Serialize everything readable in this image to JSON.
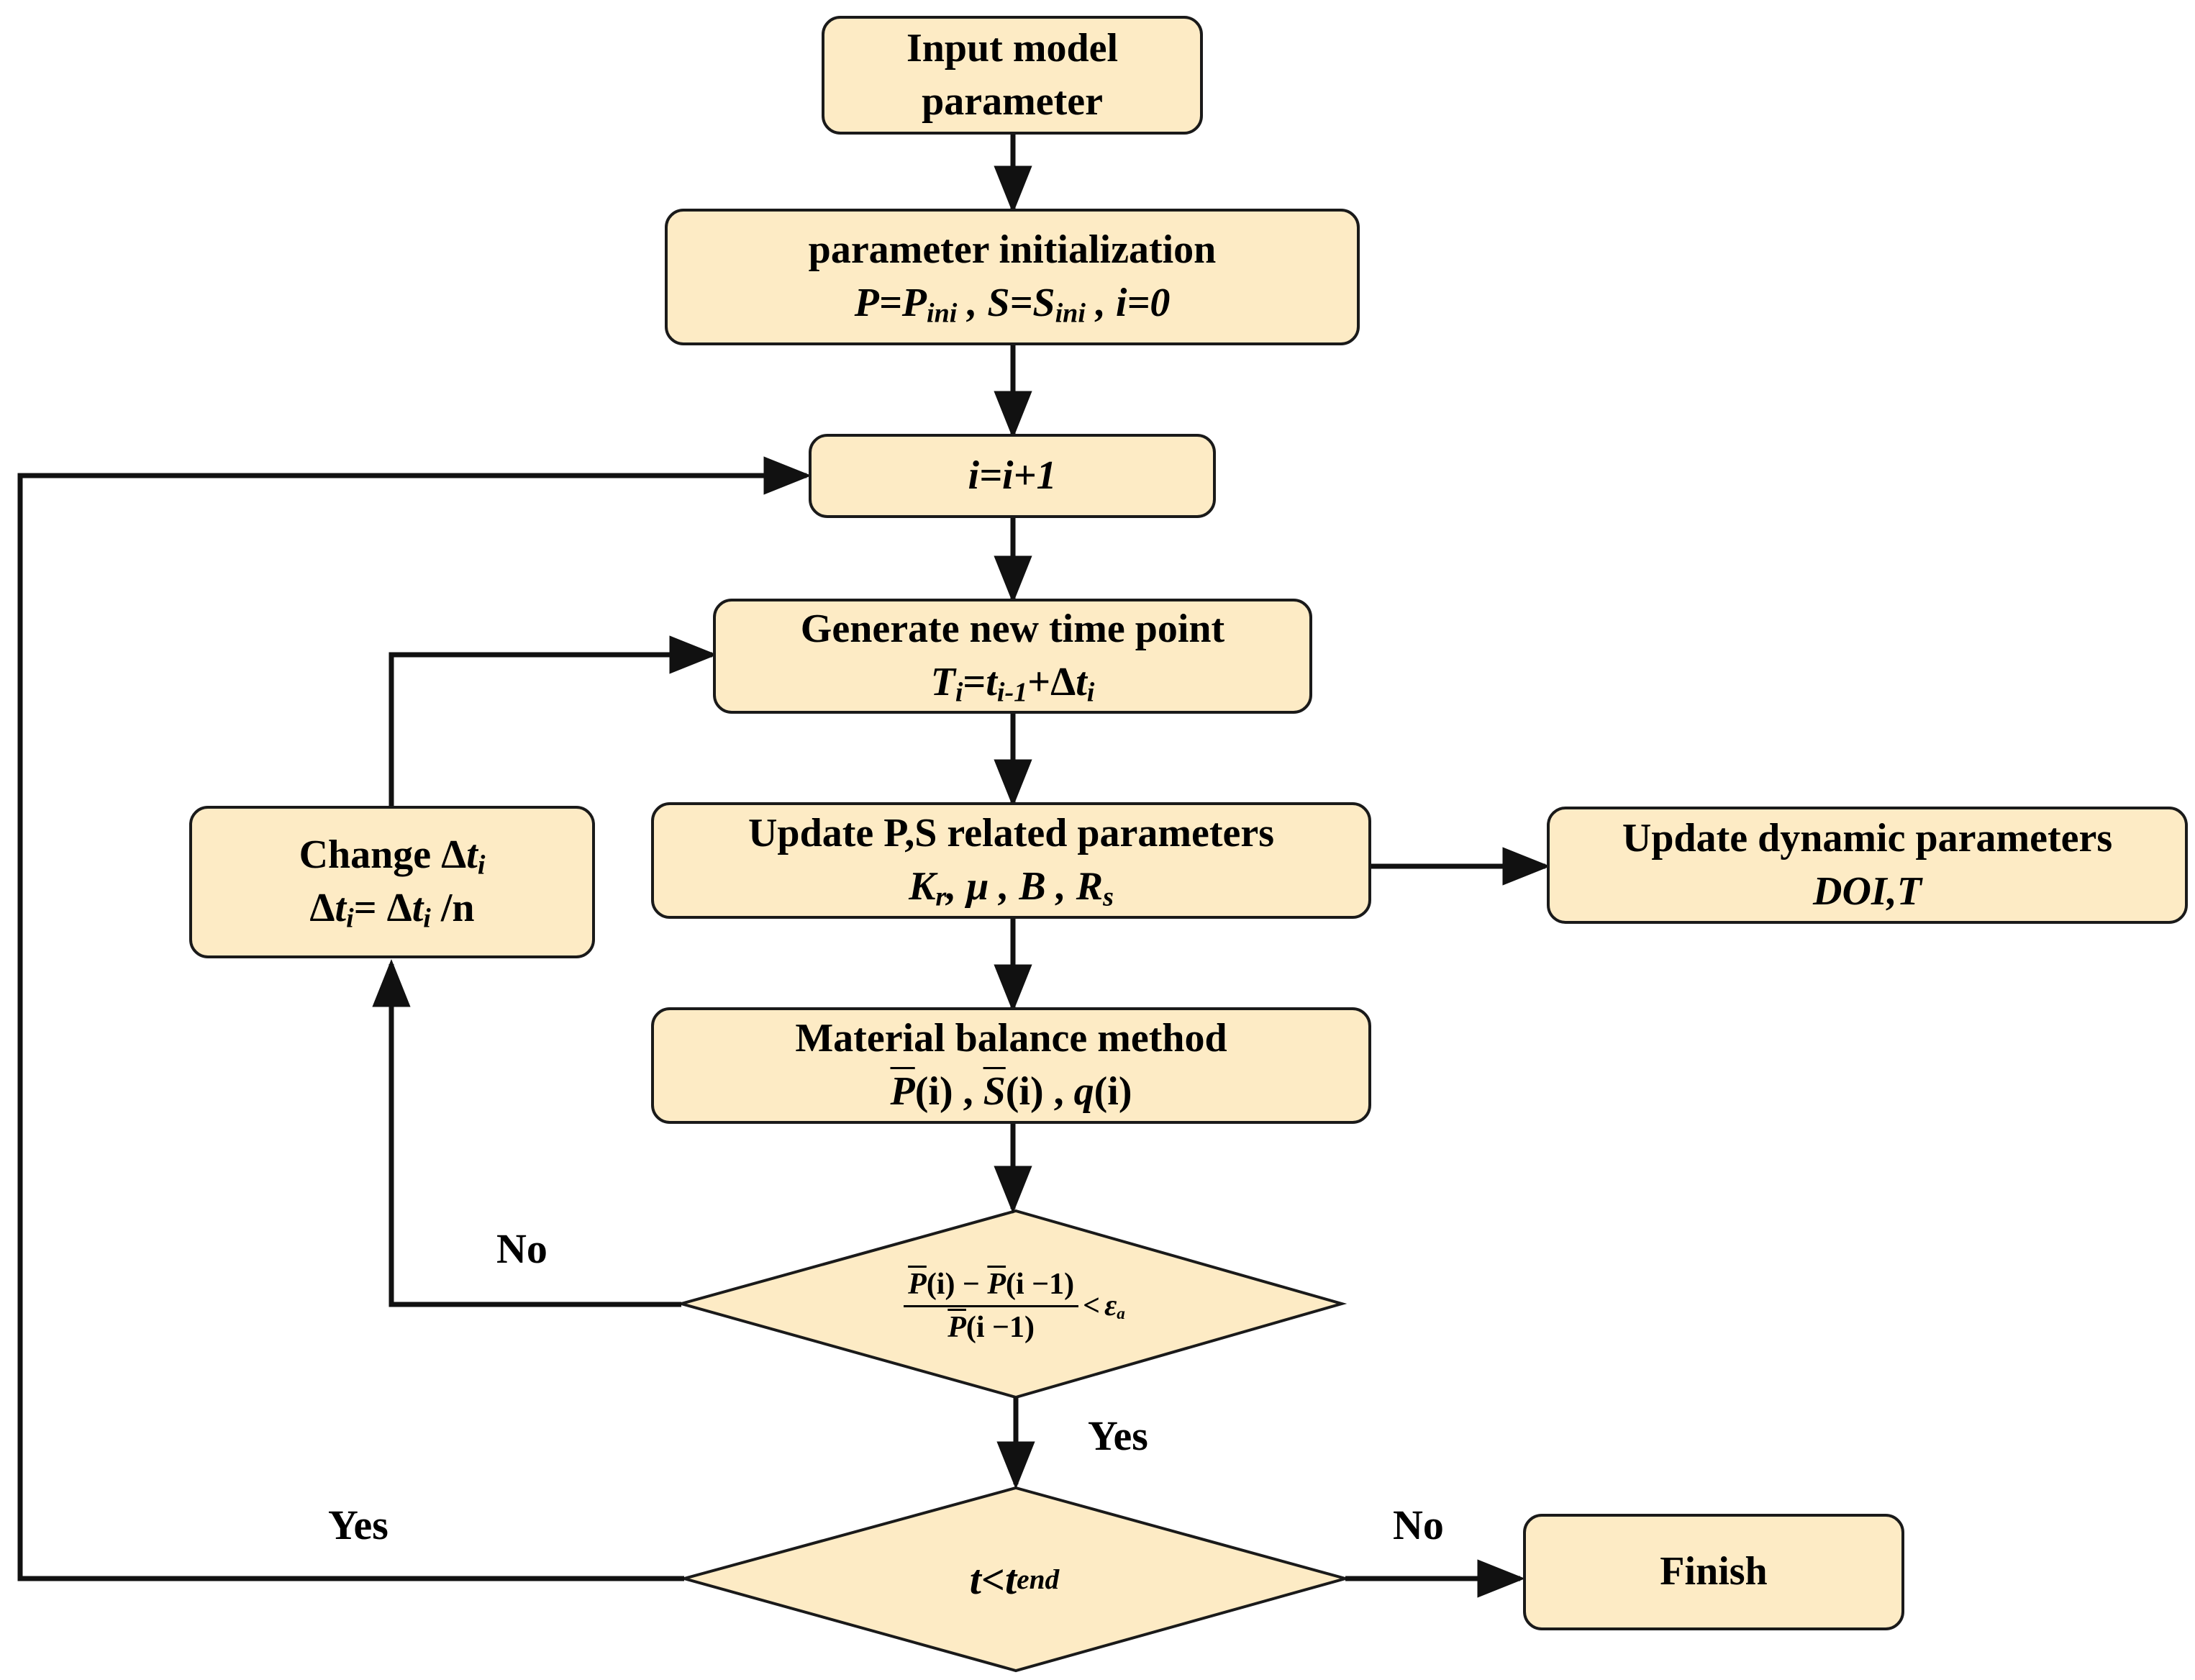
{
  "nodes": {
    "input": {
      "line1": "Input model",
      "line2": "parameter"
    },
    "init": {
      "title": "parameter initialization",
      "expr": [
        "P",
        "=",
        "P",
        "ini",
        " , ",
        "S",
        "=",
        "S",
        "ini",
        " , ",
        "i=0"
      ]
    },
    "increment": {
      "text": "i=i+1"
    },
    "time": {
      "title": "Generate new time point",
      "t": "T",
      "t_sub": "i",
      "eq": "=",
      "t2": "t",
      "t2_sub": "i-1",
      "plus": "+Δ",
      "dt": "t",
      "dt_sub": "i"
    },
    "update_ps": {
      "title": "Update P,S related parameters",
      "k": "K",
      "k_sub": "r",
      "rest": ", μ , B , ",
      "r": "R",
      "r_sub": "s"
    },
    "update_dyn": {
      "title": "Update dynamic parameters",
      "expr": "DOI,T"
    },
    "material": {
      "title": "Material balance method",
      "p": "P",
      "p_arg": "(i) ,  ",
      "s": "S",
      "s_arg": "(i) , ",
      "q": "q",
      "q_arg": "(i)"
    },
    "change": {
      "title_pre": "Change Δ",
      "title_t": "t",
      "title_sub": "i",
      "eq_pre": "Δ",
      "eq_t": "t",
      "eq_sub": "i",
      "eq_mid": "= Δ",
      "eq_t2": "t",
      "eq_sub2": "i",
      "eq_post": " /n"
    },
    "converge": {
      "num_p1": "P",
      "num_a1": "(i) − ",
      "num_p2": "P",
      "num_a2": "(i −1)",
      "den_p": "P",
      "den_a": "(i −1)",
      "lt": "<",
      "eps": "ε",
      "eps_sub": "a"
    },
    "time_check": {
      "t": "t",
      "lt": " < ",
      "t_end": "t",
      "t_end_sub": "end"
    },
    "finish": {
      "text": "Finish"
    }
  },
  "edge_labels": {
    "converge_no": "No",
    "converge_yes": "Yes",
    "timecheck_yes": "Yes",
    "timecheck_no": "No"
  },
  "colors": {
    "box_fill": "#fdebc5",
    "stroke": "#1a1a1a"
  }
}
